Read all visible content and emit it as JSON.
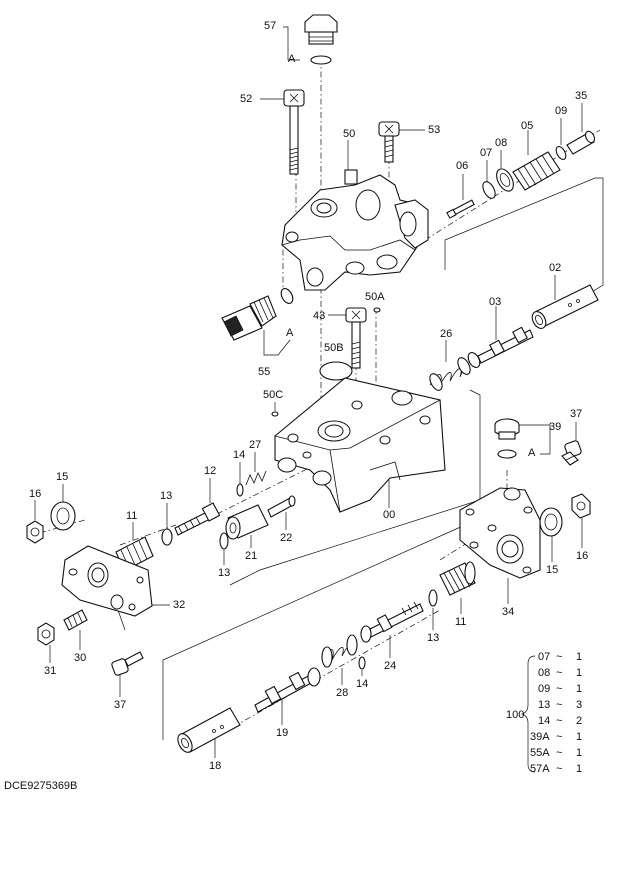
{
  "diagram_code": "DCE9275369B",
  "callout_labels": {
    "p57": "57",
    "pA1": "A",
    "p52": "52",
    "p50": "50",
    "p53": "53",
    "p06": "06",
    "p07": "07",
    "p08": "08",
    "p05": "05",
    "p09": "09",
    "p35": "35",
    "p02": "02",
    "p03": "03",
    "p26": "26",
    "p43": "43",
    "p50A": "50A",
    "pA2": "A",
    "p55": "55",
    "p50B": "50B",
    "p50C": "50C",
    "p00": "00",
    "p39": "39",
    "p37a": "37",
    "pA3": "A",
    "p15a": "15",
    "p16a": "16",
    "p12": "12",
    "p14a": "14",
    "p27": "27",
    "p13a": "13",
    "p11a": "11",
    "p21": "21",
    "p22": "22",
    "p13b": "13",
    "p32": "32",
    "p30": "30",
    "p31": "31",
    "p37b": "37",
    "p13c": "13",
    "p11b": "11",
    "p15b": "15",
    "p16b": "16",
    "p34": "34",
    "p24": "24",
    "p14b": "14",
    "p28": "28",
    "p19": "19",
    "p18": "18"
  },
  "kit": {
    "number": "100",
    "items": [
      {
        "part": "07",
        "qty": "1"
      },
      {
        "part": "08",
        "qty": "1"
      },
      {
        "part": "09",
        "qty": "1"
      },
      {
        "part": "13",
        "qty": "3"
      },
      {
        "part": "14",
        "qty": "2"
      },
      {
        "part": "39A",
        "qty": "1"
      },
      {
        "part": "55A",
        "qty": "1"
      },
      {
        "part": "57A",
        "qty": "1"
      }
    ]
  }
}
